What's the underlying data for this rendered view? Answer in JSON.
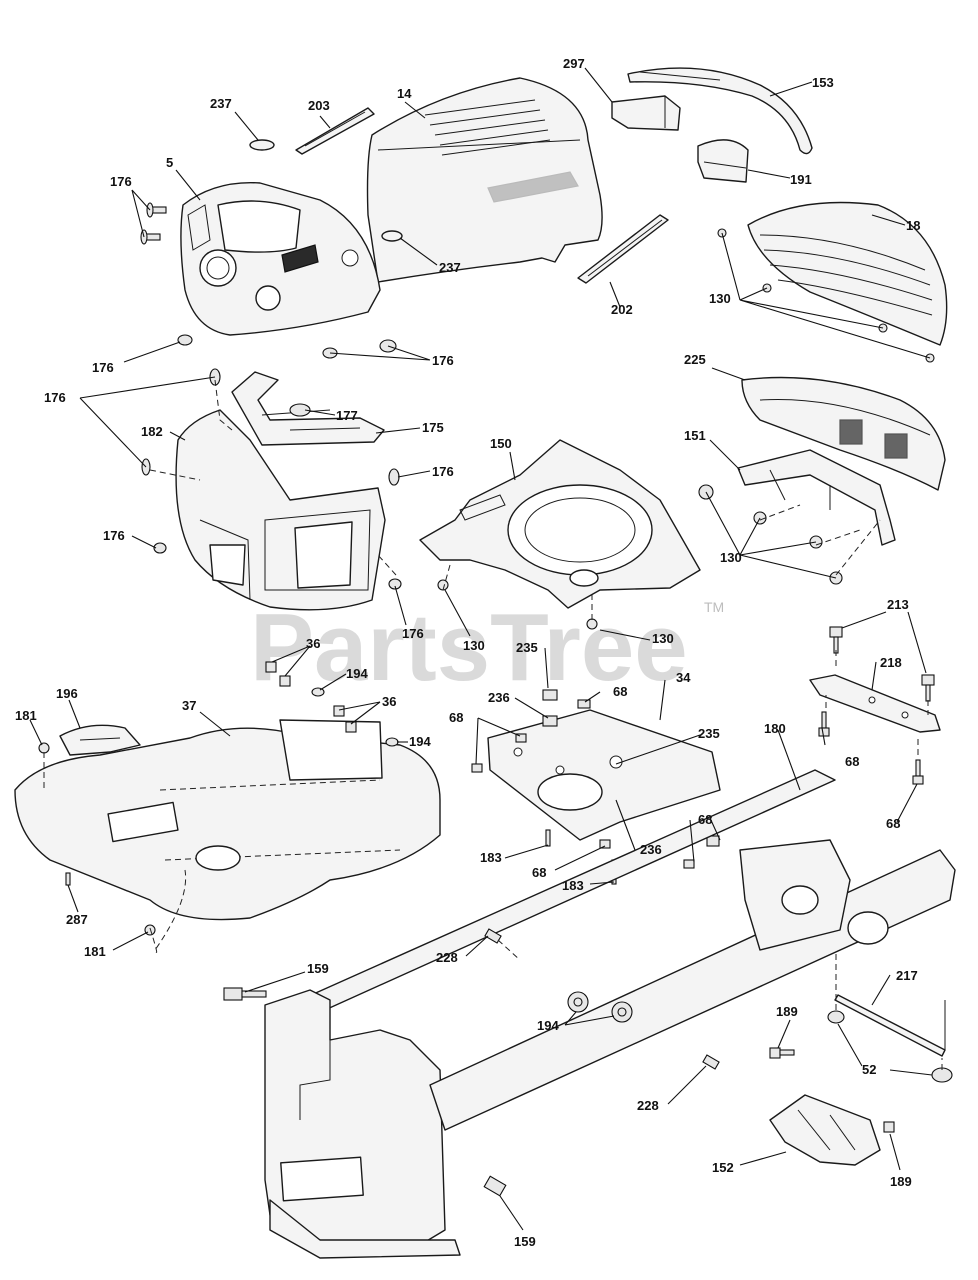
{
  "watermark": {
    "text": "PartsTree",
    "tm": "TM"
  },
  "callouts": [
    {
      "id": "c297a",
      "text": "297"
    },
    {
      "id": "c153",
      "text": "153"
    },
    {
      "id": "c237a",
      "text": "237"
    },
    {
      "id": "c203",
      "text": "203"
    },
    {
      "id": "c14",
      "text": "14"
    },
    {
      "id": "c5",
      "text": "5"
    },
    {
      "id": "c176a",
      "text": "176"
    },
    {
      "id": "c191",
      "text": "191"
    },
    {
      "id": "c18",
      "text": "18"
    },
    {
      "id": "c237b",
      "text": "237"
    },
    {
      "id": "c130a",
      "text": "130"
    },
    {
      "id": "c202",
      "text": "202"
    },
    {
      "id": "c176b",
      "text": "176"
    },
    {
      "id": "c176c",
      "text": "176"
    },
    {
      "id": "c225",
      "text": "225"
    },
    {
      "id": "c176d",
      "text": "176"
    },
    {
      "id": "c177",
      "text": "177"
    },
    {
      "id": "c182",
      "text": "182"
    },
    {
      "id": "c175",
      "text": "175"
    },
    {
      "id": "c150",
      "text": "150"
    },
    {
      "id": "c151",
      "text": "151"
    },
    {
      "id": "c176e",
      "text": "176"
    },
    {
      "id": "c176f",
      "text": "176"
    },
    {
      "id": "c130b",
      "text": "130"
    },
    {
      "id": "c176g",
      "text": "176"
    },
    {
      "id": "c130c",
      "text": "130"
    },
    {
      "id": "c130d",
      "text": "130"
    },
    {
      "id": "c213",
      "text": "213"
    },
    {
      "id": "c36a",
      "text": "36"
    },
    {
      "id": "c235a",
      "text": "235"
    },
    {
      "id": "c218",
      "text": "218"
    },
    {
      "id": "c194a",
      "text": "194"
    },
    {
      "id": "c196",
      "text": "196"
    },
    {
      "id": "c37",
      "text": "37"
    },
    {
      "id": "c36b",
      "text": "36"
    },
    {
      "id": "c236a",
      "text": "236"
    },
    {
      "id": "c68a",
      "text": "68"
    },
    {
      "id": "c34",
      "text": "34"
    },
    {
      "id": "c181a",
      "text": "181"
    },
    {
      "id": "c194b",
      "text": "194"
    },
    {
      "id": "c68b",
      "text": "68"
    },
    {
      "id": "c235b",
      "text": "235"
    },
    {
      "id": "c180",
      "text": "180"
    },
    {
      "id": "c68c",
      "text": "68"
    },
    {
      "id": "c68d",
      "text": "68"
    },
    {
      "id": "c68e",
      "text": "68"
    },
    {
      "id": "c236b",
      "text": "236"
    },
    {
      "id": "c183a",
      "text": "183"
    },
    {
      "id": "c68f",
      "text": "68"
    },
    {
      "id": "c183b",
      "text": "183"
    },
    {
      "id": "c287",
      "text": "287"
    },
    {
      "id": "c181b",
      "text": "181"
    },
    {
      "id": "c228a",
      "text": "228"
    },
    {
      "id": "c159a",
      "text": "159"
    },
    {
      "id": "c217",
      "text": "217"
    },
    {
      "id": "c194c",
      "text": "194"
    },
    {
      "id": "c189a",
      "text": "189"
    },
    {
      "id": "c52",
      "text": "52"
    },
    {
      "id": "c228b",
      "text": "228"
    },
    {
      "id": "c152",
      "text": "152"
    },
    {
      "id": "c189b",
      "text": "189"
    },
    {
      "id": "c159b",
      "text": "159"
    }
  ]
}
